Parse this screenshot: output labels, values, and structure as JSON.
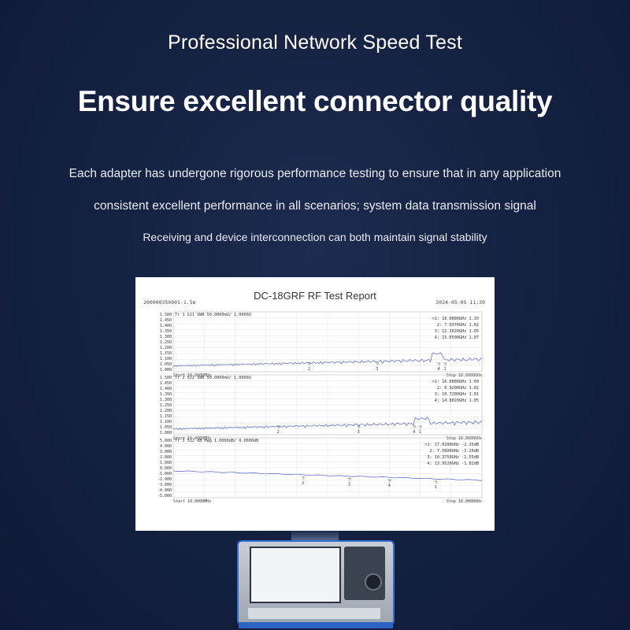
{
  "header": {
    "subtitle": "Professional Network Speed Test",
    "headline": "Ensure excellent connector quality"
  },
  "description": {
    "line1": "Each adapter has undergone rigorous performance testing to ensure that in any application",
    "line2": "consistent excellent performance in all scenarios; system data transmission signal",
    "line3": "Receiving and device interconnection can both maintain signal stability"
  },
  "report": {
    "title": "DC-18GRF RF Test Report",
    "id": "200000350001-1.5m",
    "date": "2024-05-05 11:30",
    "traces": [
      {
        "header": "Tr 1  S11 SWR 50.0000mU/ 1.0000U",
        "yticks": [
          "1.500",
          "1.450",
          "1.400",
          "1.350",
          "1.300",
          "1.250",
          "1.200",
          "1.150",
          "1.100",
          "1.050",
          "1.000"
        ],
        "markers": [
          ">1:  16.0880GHz  1.10",
          "2:   7.9370GHz  1.02",
          "3:  12.1620GHz  1.05",
          "4:  15.6500GHz  1.07"
        ],
        "start": "Start 10.0000MHz",
        "stop": "Stop 18.0000GHz"
      },
      {
        "header": "Tr 2  S22 SWR 50.0000mU/ 1.0000U",
        "yticks": [
          "1.500",
          "1.450",
          "1.400",
          "1.350",
          "1.300",
          "1.250",
          "1.200",
          "1.150",
          "1.100",
          "1.050",
          "1.000"
        ],
        "markers": [
          ">1:  16.0880GHz  1.09",
          "2:   6.9200GHz  1.02",
          "3:  10.7200GHz  1.01",
          "4:  14.8020GHz  1.05"
        ],
        "start": "Start 10.0000MHz",
        "stop": "Stop 18.0000GHz"
      },
      {
        "header": "Tr 3  S12 dB Mag 1.0000dB/ 0.0000dB",
        "yticks": [
          "5.000",
          "4.000",
          "3.000",
          "2.000",
          "1.000",
          "0.000",
          "-1.000",
          "-2.000",
          "-3.000",
          "-4.000",
          "-5.000"
        ],
        "markers": [
          ">1:  17.9100GHz  -2.15dB",
          "2:   7.5600GHz  -1.26dB",
          "3:  10.3750GHz  -1.55dB",
          "4:  13.9520GHz  -1.82dB"
        ],
        "start": "Start 10.0000MHz",
        "stop": "Stop 18.0000GHz"
      }
    ]
  },
  "device": {
    "name": "vector-network-analyzer"
  },
  "colors": {
    "background": "#152242",
    "trace": "#4b5fc8",
    "device_accent": "#2f6fd6"
  }
}
